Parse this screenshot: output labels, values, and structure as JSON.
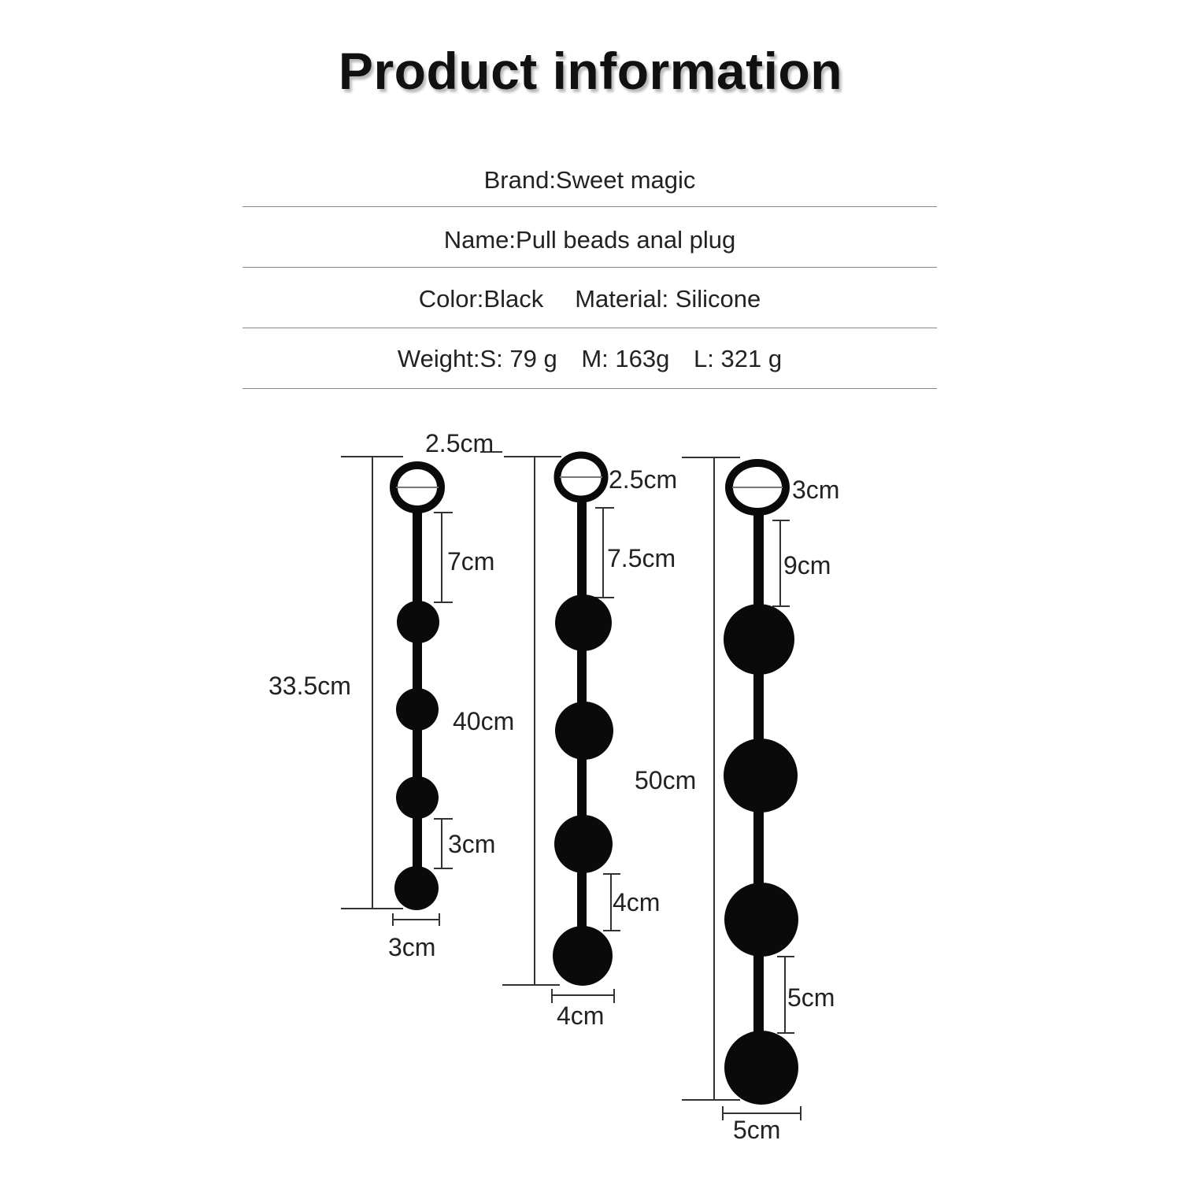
{
  "title": "Product information",
  "info": {
    "brand": "Brand:Sweet magic",
    "name": "Name:Pull beads anal plug",
    "color": "Color:Black",
    "material": "Material: Silicone",
    "weight_label": "Weight:S:",
    "weight_s": "79 g",
    "weight_m_label": "M:",
    "weight_m": "163g",
    "weight_l_label": "L:",
    "weight_l": "321 g"
  },
  "sizes": {
    "small": {
      "ring": "2.5cm",
      "stem": "7cm",
      "total": "33.5cm",
      "gap": "3cm",
      "ball": "3cm"
    },
    "medium": {
      "ring": "2.5cm",
      "stem": "7.5cm",
      "total": "40cm",
      "gap": "4cm",
      "ball": "4cm"
    },
    "large": {
      "ring": "3cm",
      "stem": "9cm",
      "total": "50cm",
      "gap": "5cm",
      "ball": "5cm"
    }
  },
  "colors": {
    "product": "#0a0a0a",
    "dimension_line": "#333333"
  }
}
